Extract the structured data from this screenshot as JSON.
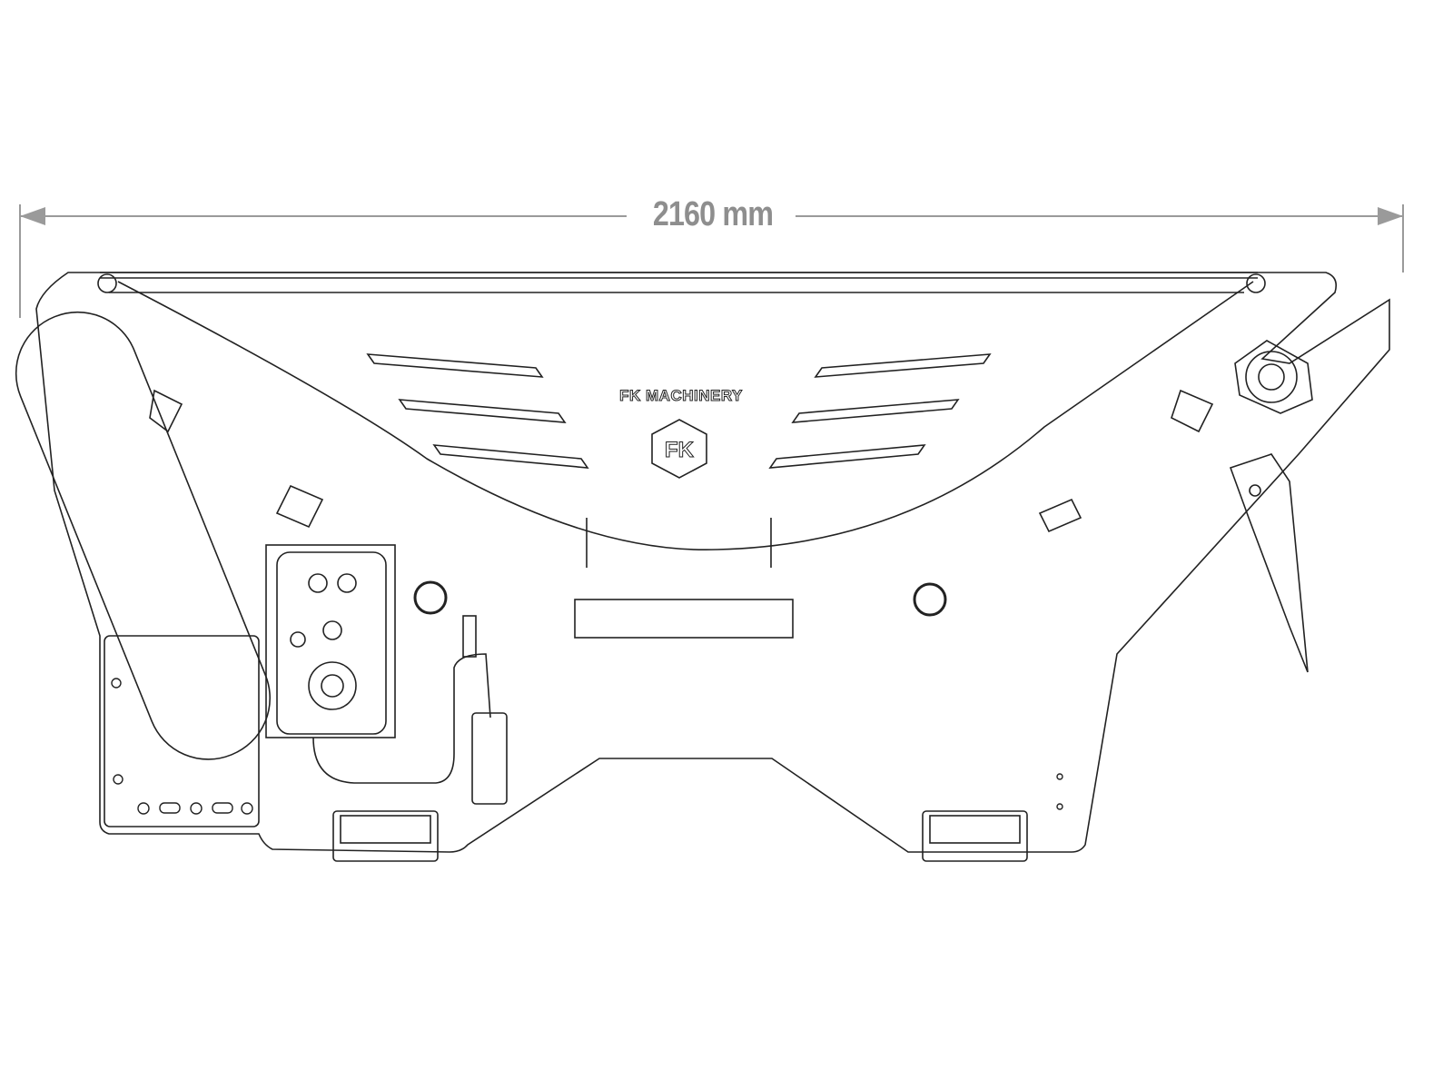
{
  "dimension": {
    "label": "2160 mm",
    "value": 2160,
    "unit": "mm"
  },
  "logo": {
    "brand": "FK MACHINERY",
    "monogram": "FK"
  },
  "colors": {
    "line": "#222222",
    "dimension": "#9a9a9a",
    "background": "#ffffff"
  }
}
